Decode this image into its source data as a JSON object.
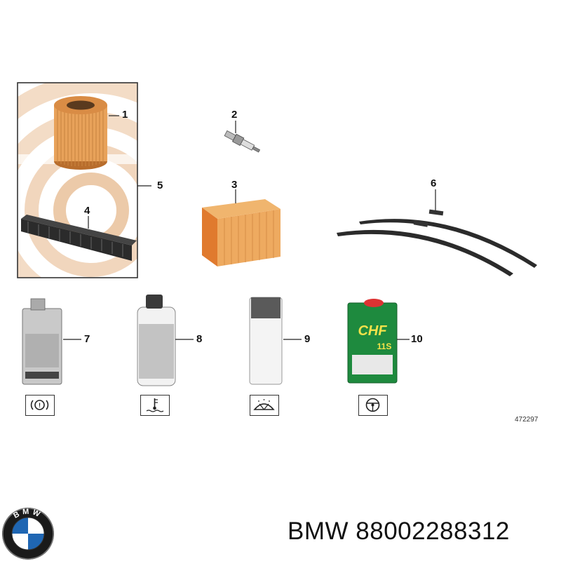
{
  "callouts": {
    "c1": "1",
    "c2": "2",
    "c3": "3",
    "c4": "4",
    "c5": "5",
    "c6": "6",
    "c7": "7",
    "c8": "8",
    "c9": "9",
    "c10": "10"
  },
  "drawing_number": "472297",
  "brand_line": "BMW 88002288312",
  "logo_letters": "BMW",
  "icons": [
    "brake-fluid-icon",
    "coolant-temperature-icon",
    "windshield-washer-icon",
    "steering-wheel-icon"
  ],
  "chf_label": "CHF",
  "chf_sub": "11S",
  "colors": {
    "filter_orange": "#e8a25a",
    "bmw_blue": "#1f66b3",
    "chf_green": "#1e8a3e"
  }
}
